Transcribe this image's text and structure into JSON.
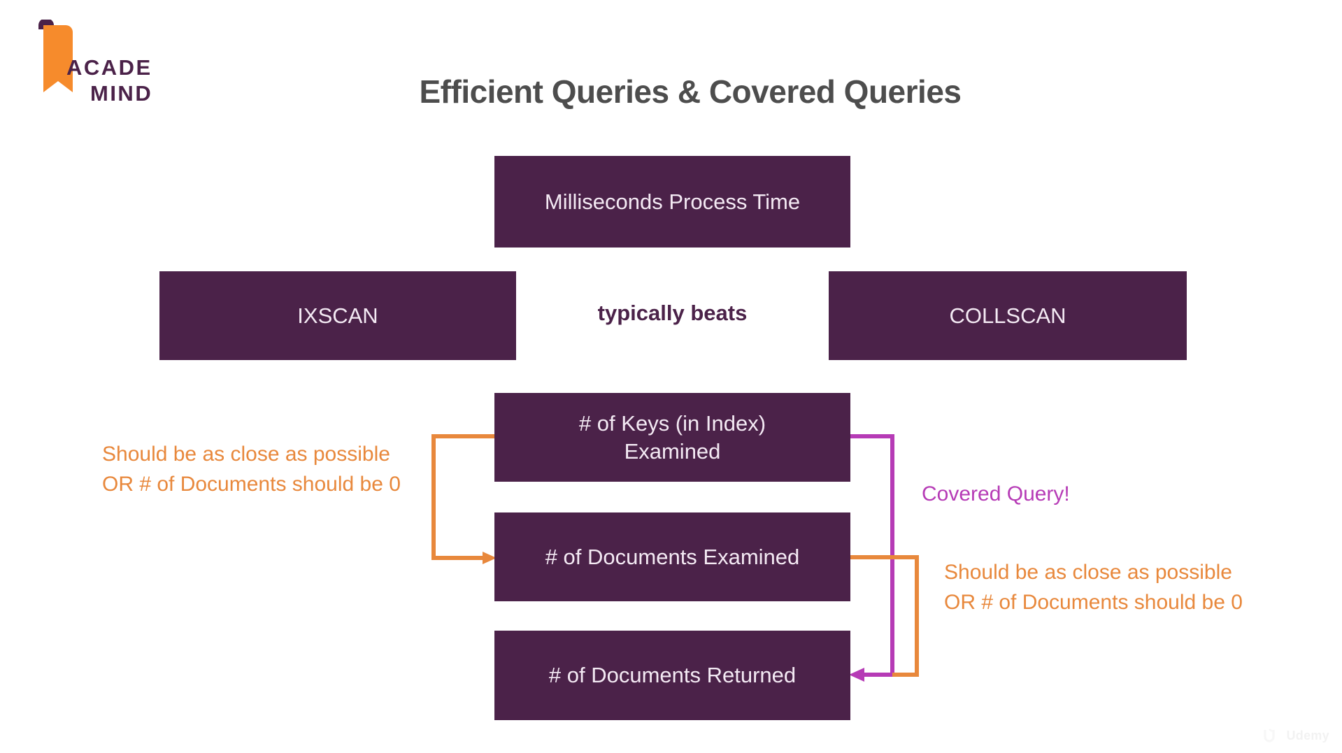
{
  "brand": {
    "logo_icon": "academind-bookmark-logo",
    "name_line_1": "ACADE",
    "name_line_2": "MIND",
    "logo_orange": "#f68b2c",
    "logo_purple": "#4b2249"
  },
  "slide": {
    "title": "Efficient Queries & Covered Queries",
    "background": "#ffffff",
    "title_color": "#4d4d4d"
  },
  "diagram": {
    "box_fill": "#4b2249",
    "box_text_color": "#f4eaf4",
    "accent_orange": "#e8883c",
    "accent_magenta": "#b63bb6",
    "boxes": [
      {
        "id": "milliseconds-process-time",
        "label": "Milliseconds Process Time"
      },
      {
        "id": "ixscan",
        "label": "IXSCAN"
      },
      {
        "id": "collscan",
        "label": "COLLSCAN"
      },
      {
        "id": "keys-examined",
        "label": "# of Keys (in Index)\nExamined"
      },
      {
        "id": "documents-examined",
        "label": "# of Documents Examined"
      },
      {
        "id": "documents-returned",
        "label": "# of Documents Returned"
      }
    ],
    "comparator_label": "typically beats",
    "annotations": {
      "left": "Should be as close as possible\nOR # of Documents should be 0",
      "right": "Should be as close as possible\nOR # of Documents should be 0",
      "covered_query": "Covered Query!"
    }
  },
  "watermark": {
    "label": "Udemy",
    "icon": "udemy-logo-icon"
  }
}
